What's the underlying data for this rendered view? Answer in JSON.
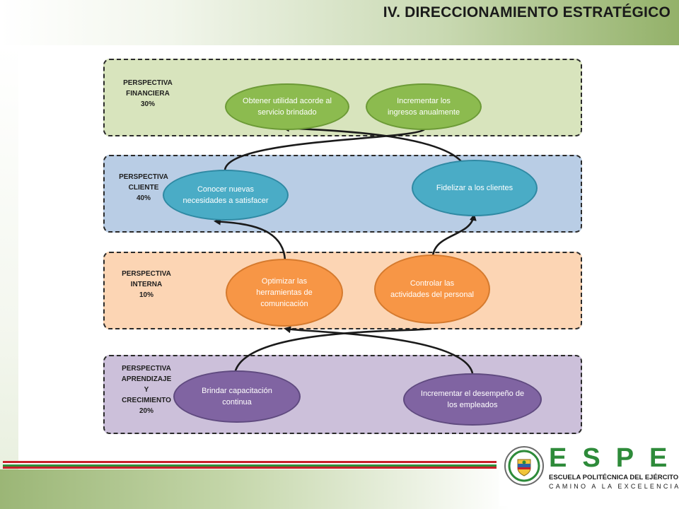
{
  "header": {
    "title": "IV. DIRECCIONAMIENTO ESTRATÉGICO"
  },
  "perspectives": {
    "financiera": {
      "label": [
        "PERSPECTIVA",
        "FINANCIERA",
        "30%"
      ]
    },
    "cliente": {
      "label": [
        "PERSPECTIVA",
        "CLIENTE",
        "40%"
      ]
    },
    "interna": {
      "label": [
        "PERSPECTIVA",
        "INTERNA",
        "10%"
      ]
    },
    "aprendizaje": {
      "label": [
        "PERSPECTIVA",
        "APRENDIZAJE",
        "Y",
        "CRECIMIENTO",
        "20%"
      ]
    }
  },
  "objectives": {
    "utilidad": "Obtener utilidad acorde al servicio brindado",
    "ingresos": "Incrementar los ingresos anualmente",
    "necesidades": "Conocer nuevas necesidades a satisfacer",
    "fidelizar": "Fidelizar a los clientes",
    "herramientas": "Optimizar las herramientas de comunicación",
    "controlar": "Controlar las actividades del personal",
    "capacitacion": "Brindar capacitación continua",
    "desempeno": "Incrementar el desempeño de los empleados"
  },
  "colors": {
    "financiera": "#d8e4bd",
    "cliente": "#b9cde5",
    "interna": "#fcd5b4",
    "aprendizaje": "#ccc0da",
    "brand_green": "#2e8b3a",
    "brand_red": "#c8202a"
  },
  "footer": {
    "logo_letters": "ESPE",
    "school_name": "ESCUELA POLITÉCNICA DEL EJÉRCITO",
    "motto": "CAMINO A LA EXCELENCIA",
    "emblem_icon": "espe-crest-icon"
  }
}
